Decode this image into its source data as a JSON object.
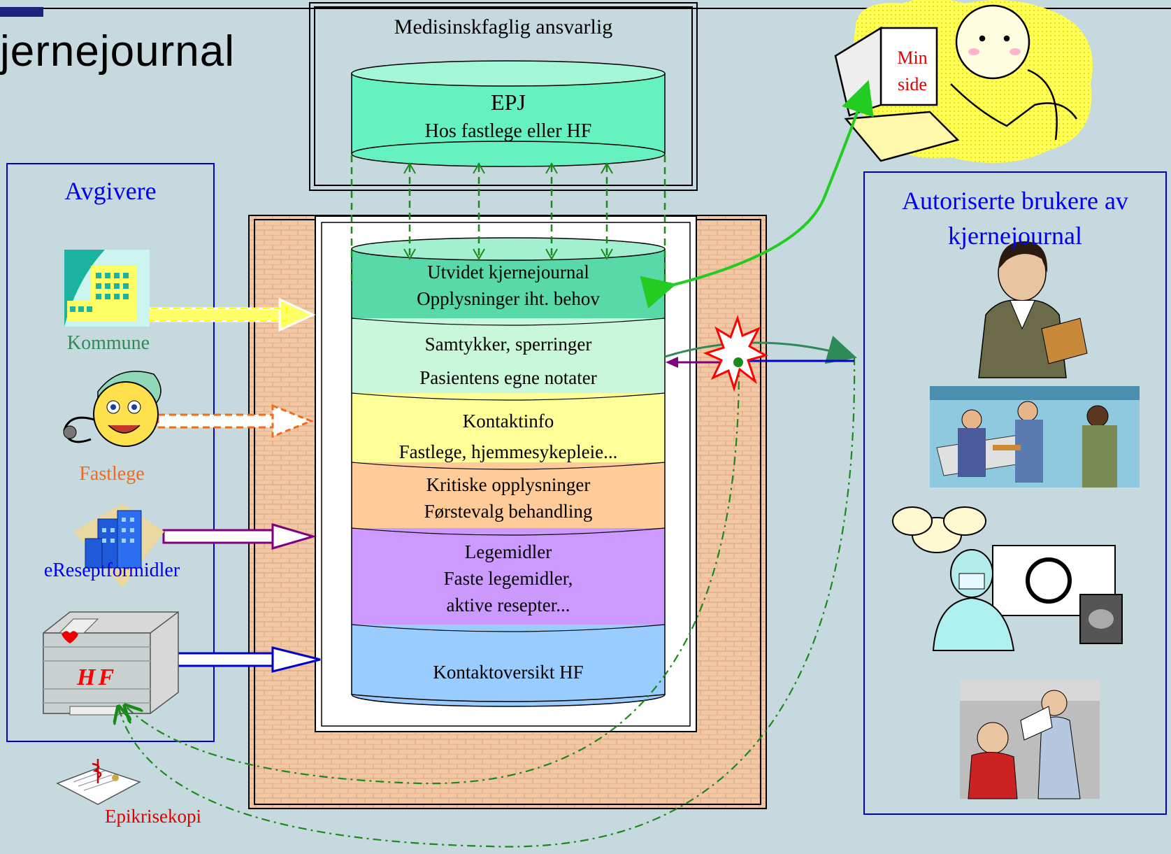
{
  "slide": {
    "title": "jernejournal"
  },
  "epj_box": {
    "header": "Medisinskfaglig ansvarlig",
    "epj_title": "EPJ",
    "epj_subtitle": "Hos fastlege eller HF"
  },
  "min_side": {
    "line1": "Min",
    "line2": "side"
  },
  "avgivere": {
    "heading": "Avgivere",
    "items": [
      {
        "label": "Kommune",
        "color": "#2e8b57"
      },
      {
        "label": "Fastlege",
        "color": "#f26a1b"
      },
      {
        "label": "eReseptformidler",
        "color": "#0000ee"
      },
      {
        "label": "HF",
        "color": "#ff0000"
      }
    ]
  },
  "epikrise": {
    "label": "Epikrisekopi"
  },
  "kjernejournal_layers": [
    {
      "line1": "Utvidet kjernejournal",
      "line2": "Opplysninger iht. behov",
      "color": "#5ad9a8"
    },
    {
      "line1": "Samtykker, sperringer",
      "line2": "Pasientens egne notater",
      "color": "#c9f7dc"
    },
    {
      "line1": "Kontaktinfo",
      "line2": "Fastlege, hjemmesykepleie...",
      "color": "#ffff99"
    },
    {
      "line1": "Kritiske opplysninger",
      "line2": "Førstevalg behandling",
      "color": "#ffcc99"
    },
    {
      "line1": "Legemidler",
      "line2": "Faste legemidler,",
      "line3": "aktive resepter...",
      "color": "#cc99ff"
    },
    {
      "line1": "Kontaktoversikt HF",
      "color": "#99ccff"
    }
  ],
  "brukere": {
    "heading_line1": "Autoriserte brukere av",
    "heading_line2": "kjernejournal"
  },
  "colors": {
    "background": "#c6d9de",
    "avgiver_border": "#0000cc",
    "brick": "#f2c7a4",
    "epj_cylinder": "#66f2c0",
    "arrow_green": "#22cc22",
    "arrow_purple": "#7f007f",
    "arrow_blue": "#0000cc",
    "arrow_orange": "#f26a1b",
    "arrow_yellow": "#ffff66"
  }
}
